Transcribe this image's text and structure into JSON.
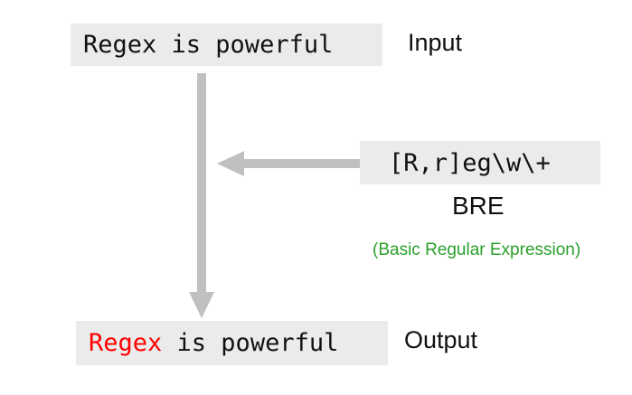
{
  "input": {
    "text": "Regex is powerful",
    "label": "Input"
  },
  "regex": {
    "pattern": "[R,r]eg\\w\\+",
    "type": "BRE",
    "type_full": "(Basic Regular Expression)"
  },
  "output": {
    "match": "Regex",
    "rest": " is powerful",
    "label": "Output"
  },
  "colors": {
    "box_background": "#ebebeb",
    "arrow": "#c0c0c0",
    "match_highlight": "#ff0000",
    "bre_full_text": "#2ca02c"
  }
}
